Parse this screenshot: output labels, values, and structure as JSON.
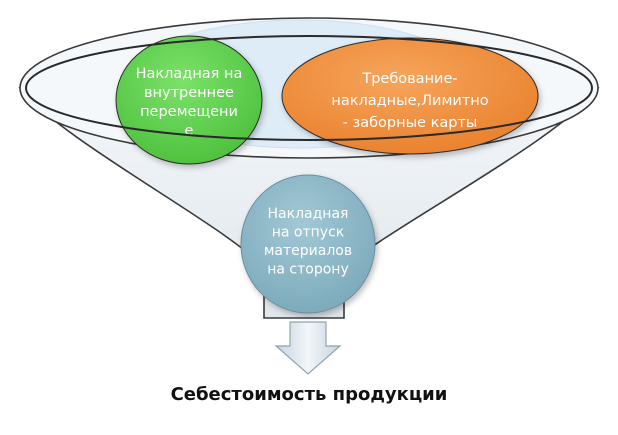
{
  "diagram": {
    "inputs": [
      {
        "id": "green",
        "lines": [
          "Накладная на",
          "внутреннее",
          "перемещени",
          "е"
        ],
        "fill": "#61D04F",
        "text_color": "#ffffff"
      },
      {
        "id": "orange",
        "lines": [
          "Требование-",
          "накладные,Лимитно",
          "- заборные карты"
        ],
        "fill": "#F0913F",
        "text_color": "#ffffff"
      },
      {
        "id": "blue",
        "lines": [
          "Накладная",
          "на отпуск",
          "материалов",
          "на сторону"
        ],
        "fill": "#8BB8C8",
        "text_color": "#ffffff"
      }
    ],
    "result": "Себестоимость продукции",
    "colors": {
      "funnel_fill": "#e9eef2",
      "funnel_stroke": "#3a3a3a",
      "rim_glow": "#c9e0f2",
      "arrow_fill": "#dfe7ee",
      "arrow_stroke": "#8fa3b5"
    }
  }
}
